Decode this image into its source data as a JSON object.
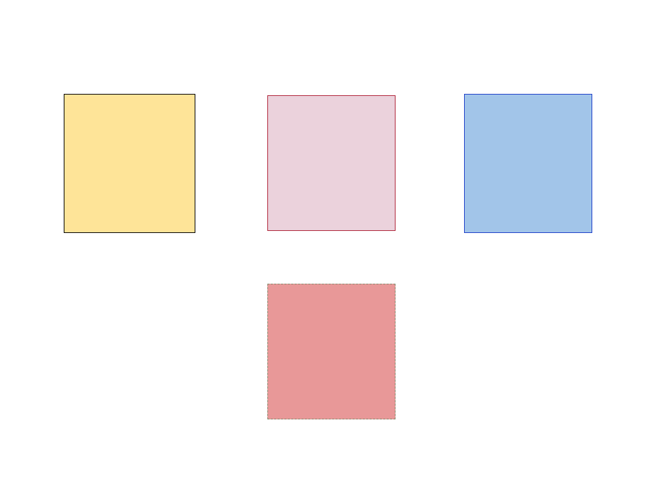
{
  "diagram": {
    "shapes": [
      {
        "id": "yellow",
        "fill": "#fee498",
        "stroke": "#000000",
        "stroke_style": "solid"
      },
      {
        "id": "pink",
        "fill": "#ebd2dc",
        "stroke": "#b0263a",
        "stroke_style": "solid"
      },
      {
        "id": "blue",
        "fill": "#a2c5e9",
        "stroke": "#1f3fc8",
        "stroke_style": "solid"
      },
      {
        "id": "red",
        "fill": "#e89898",
        "stroke": "#8a8a6e",
        "stroke_style": "dashed"
      }
    ]
  }
}
